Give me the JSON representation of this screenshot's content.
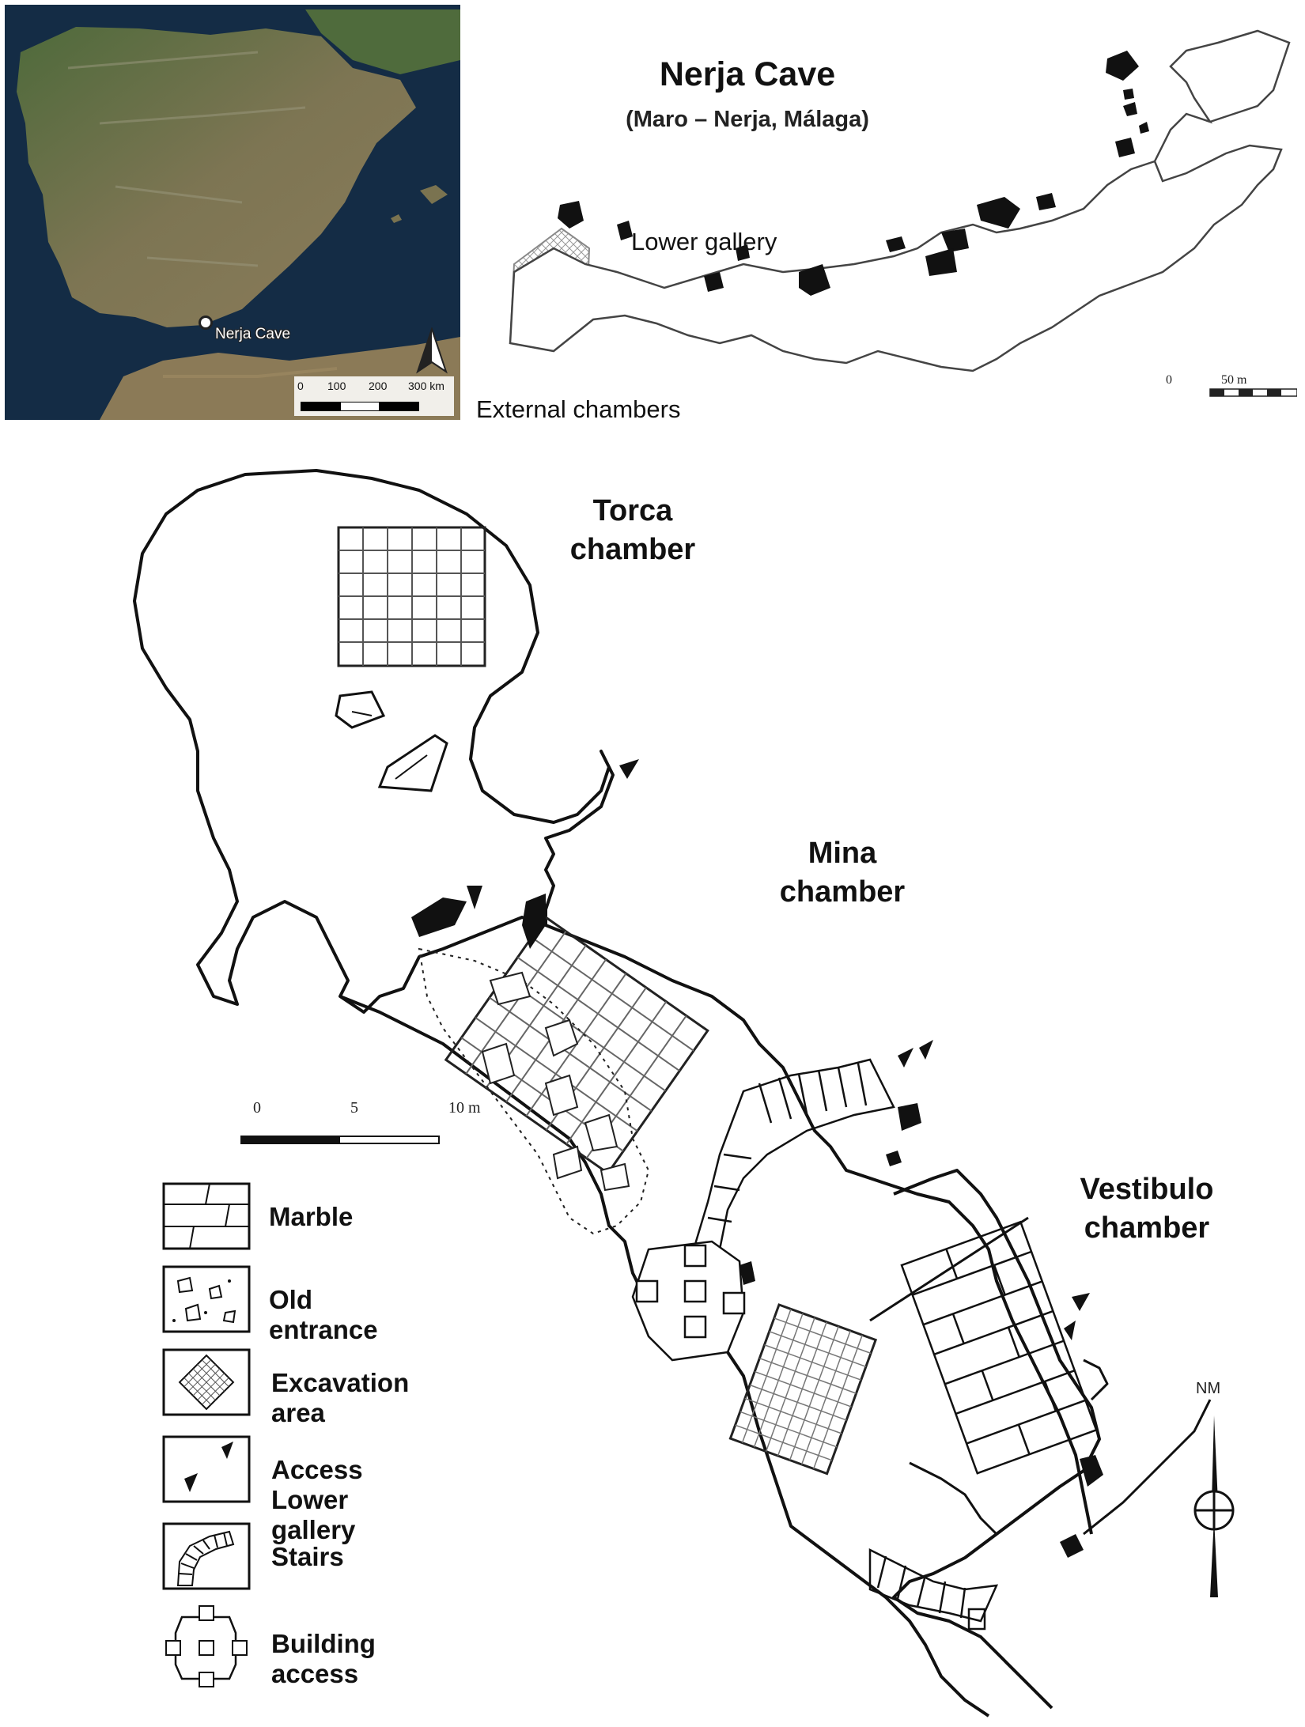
{
  "inset_map": {
    "location_label": "Nerja Cave",
    "scale_ticks": [
      "0",
      "100",
      "200",
      "300 km"
    ]
  },
  "cave_overview": {
    "title": "Nerja Cave",
    "subtitle": "(Maro – Nerja, Málaga)",
    "labels": {
      "lower_gallery": "Lower gallery",
      "external_chambers": "External chambers"
    },
    "scale_ticks": [
      "0",
      "50 m"
    ]
  },
  "plan": {
    "chambers": {
      "torca": [
        "Torca",
        "chamber"
      ],
      "mina": [
        "Mina",
        "chamber"
      ],
      "vestibulo": [
        "Vestibulo",
        "chamber"
      ]
    },
    "scale_ticks": [
      "0",
      "5",
      "10 m"
    ],
    "north_label": "NM"
  },
  "legend": [
    {
      "label": "Marble",
      "icon": "marble-pattern"
    },
    {
      "label": "Old entrance",
      "icon": "old-entrance-pattern"
    },
    {
      "label": "Excavation area",
      "icon": "excavation-grid"
    },
    {
      "label": "Access Lower gallery",
      "icon": "arrowheads"
    },
    {
      "label": "Stairs",
      "icon": "stairs-pattern"
    },
    {
      "label": "Building access",
      "icon": "building-access-shape"
    }
  ]
}
